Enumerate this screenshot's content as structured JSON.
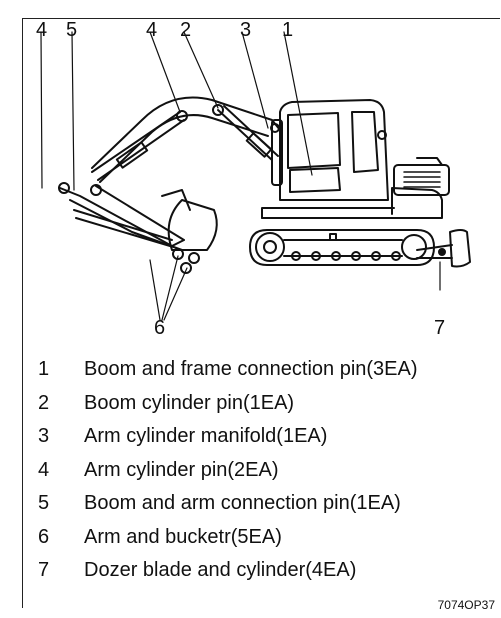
{
  "callouts": {
    "top": [
      "4",
      "5",
      "4",
      "2",
      "3",
      "1"
    ],
    "bottom_left": "6",
    "bottom_right": "7"
  },
  "legend": [
    {
      "num": "1",
      "text": "Boom and frame connection pin(3EA)"
    },
    {
      "num": "2",
      "text": "Boom cylinder pin(1EA)"
    },
    {
      "num": "3",
      "text": "Arm cylinder manifold(1EA)"
    },
    {
      "num": "4",
      "text": "Arm cylinder pin(2EA)"
    },
    {
      "num": "5",
      "text": "Boom and arm connection pin(1EA)"
    },
    {
      "num": "6",
      "text": "Arm and bucketr(5EA)"
    },
    {
      "num": "7",
      "text": "Dozer blade and cylinder(4EA)"
    }
  ],
  "figure_code": "7074OP37"
}
